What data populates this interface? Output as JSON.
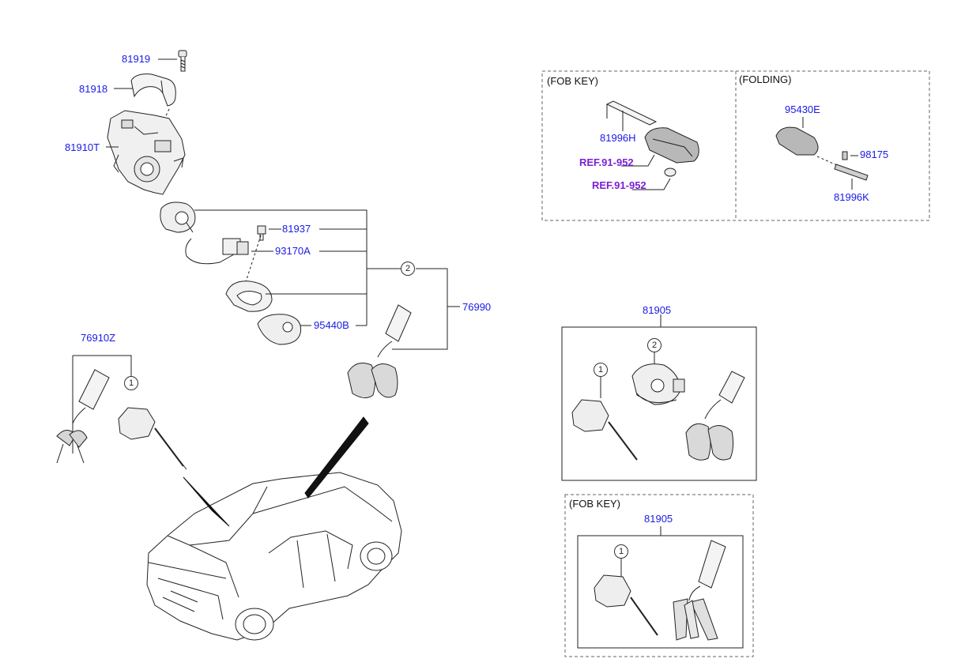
{
  "parts": {
    "p81919": "81919",
    "p81918": "81918",
    "p81910T": "81910T",
    "p81937": "81937",
    "p93170A": "93170A",
    "p95440B": "95440B",
    "p76990": "76990",
    "p76910Z": "76910Z",
    "p81996H": "81996H",
    "p95430E": "95430E",
    "p98175": "98175",
    "p81996K": "81996K",
    "p81905_a": "81905",
    "p81905_b": "81905"
  },
  "refs": {
    "ref1": "REF.91-952",
    "ref2": "REF.91-952"
  },
  "notes": {
    "fob_key_top": "(FOB KEY)",
    "folding": "(FOLDING)",
    "fob_key_bottom": "(FOB KEY)"
  },
  "callouts": {
    "c_mid": "2",
    "c_left": "1",
    "c_box_a1": "1",
    "c_box_a2": "2",
    "c_box_b1": "1"
  }
}
